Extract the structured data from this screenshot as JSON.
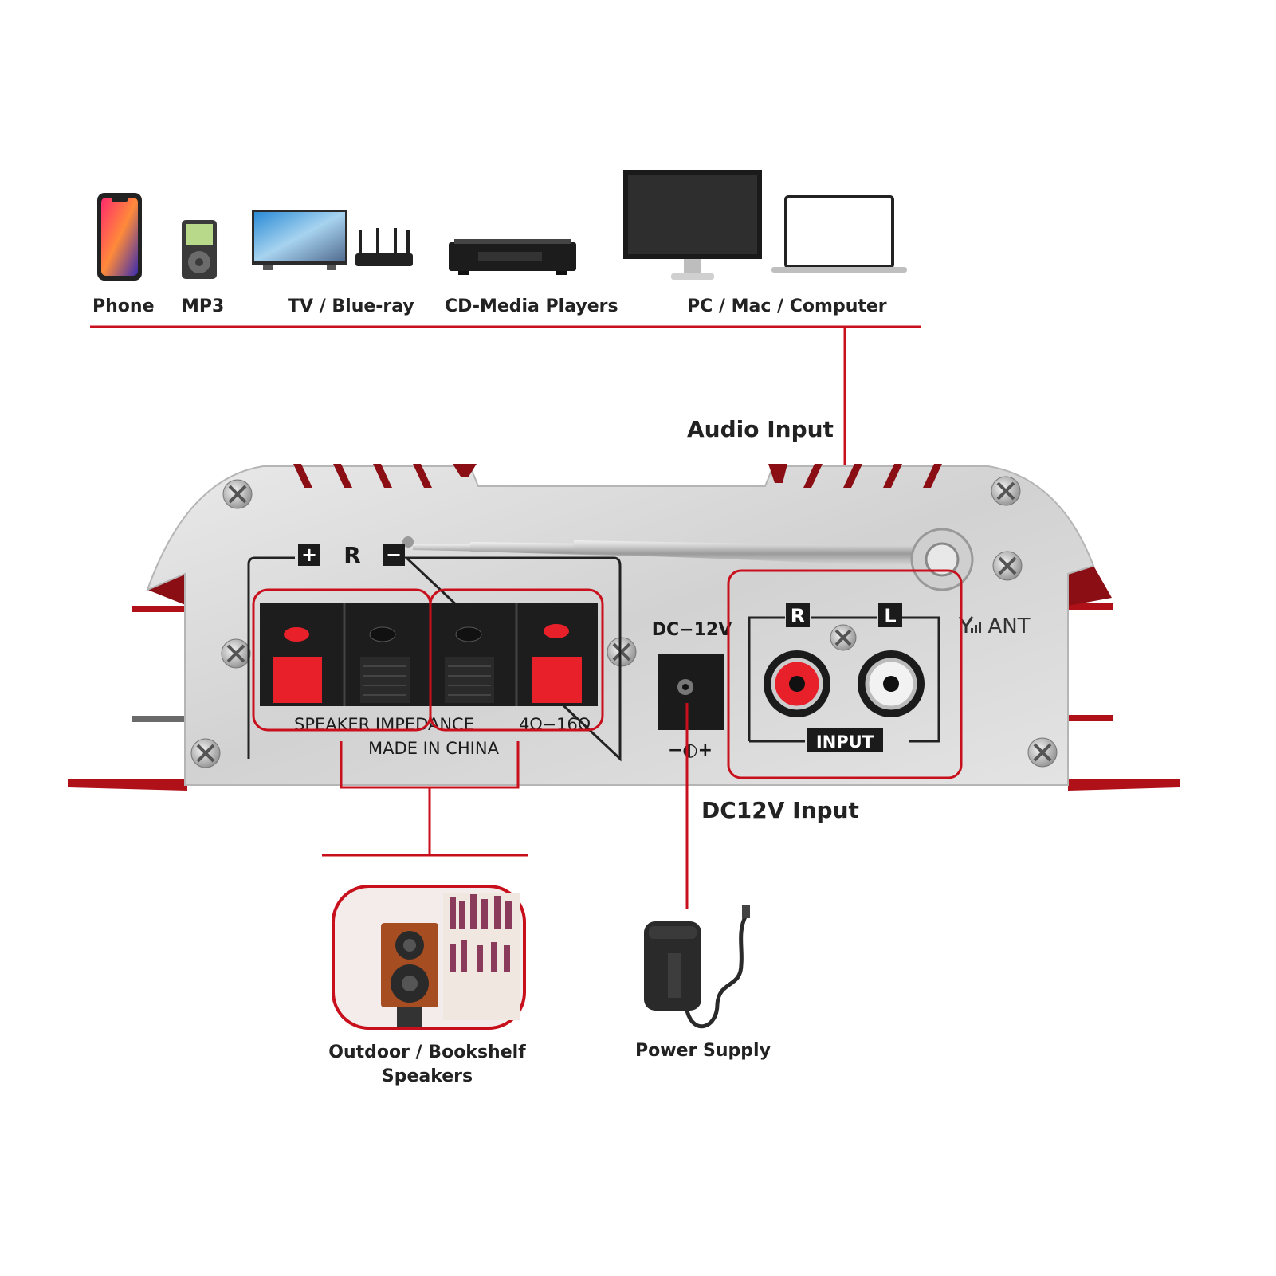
{
  "sources": [
    {
      "label": "Phone",
      "icon": "phone-icon"
    },
    {
      "label": "MP3",
      "icon": "mp3-player-icon"
    },
    {
      "label": "TV / Blue-ray",
      "icon": "tv-router-icon"
    },
    {
      "label": "CD-Media Players",
      "icon": "cd-player-icon"
    },
    {
      "label": "PC / Mac / Computer",
      "icon": "computer-laptop-icon"
    }
  ],
  "callouts": {
    "audio_input": "Audio Input",
    "dc_input": "DC12V Input"
  },
  "panel": {
    "polarity_plus": "+",
    "channel_r": "R",
    "polarity_minus": "−",
    "speaker_impedance": "SPEAKER IMPEDANCE",
    "impedance_range": "4Ω−16Ω",
    "made_in": "MADE IN CHINA",
    "dc_label": "DC−12V",
    "dc_polarity": "−◐+",
    "rca_r": "R",
    "rca_l": "L",
    "input": "INPUT",
    "antenna": "ANT"
  },
  "outputs": [
    {
      "label_line1": "Outdoor / Bookshelf",
      "label_line2": "Speakers",
      "icon": "speaker-icon"
    },
    {
      "label_line1": "Power Supply",
      "icon": "power-adapter-icon"
    }
  ],
  "colors": {
    "accent": "#c8101c",
    "panel": "#d8d8d8",
    "dark": "#222222"
  }
}
